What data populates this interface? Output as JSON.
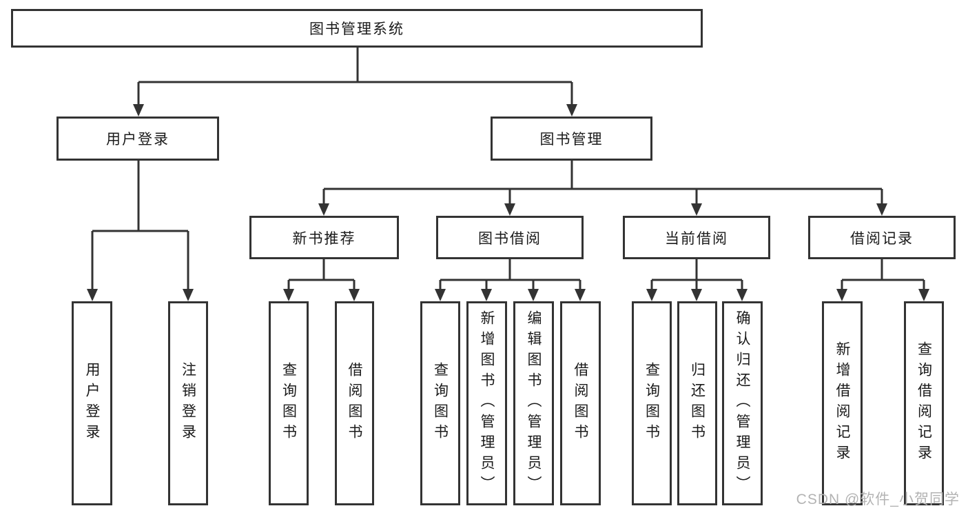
{
  "watermark": "CSDN @软件_小贺同学",
  "colors": {
    "line": "#333333",
    "text": "#1a1a1a",
    "watermark_text": "#b3b3b3",
    "background": "#ffffff"
  },
  "tree": {
    "label": "图书管理系统",
    "children": [
      {
        "label": "用户登录",
        "children": [
          {
            "label": "用户登录"
          },
          {
            "label": "注销登录"
          }
        ]
      },
      {
        "label": "图书管理",
        "children": [
          {
            "label": "新书推荐",
            "children": [
              {
                "label": "查询图书"
              },
              {
                "label": "借阅图书"
              }
            ]
          },
          {
            "label": "图书借阅",
            "children": [
              {
                "label": "查询图书"
              },
              {
                "label": "新增图书（管理员）"
              },
              {
                "label": "编辑图书（管理员）"
              },
              {
                "label": "借阅图书"
              }
            ]
          },
          {
            "label": "当前借阅",
            "children": [
              {
                "label": "查询图书"
              },
              {
                "label": "归还图书"
              },
              {
                "label": "确认归还（管理员）"
              }
            ]
          },
          {
            "label": "借阅记录",
            "children": [
              {
                "label": "新增借阅记录"
              },
              {
                "label": "查询借阅记录"
              }
            ]
          }
        ]
      }
    ]
  }
}
